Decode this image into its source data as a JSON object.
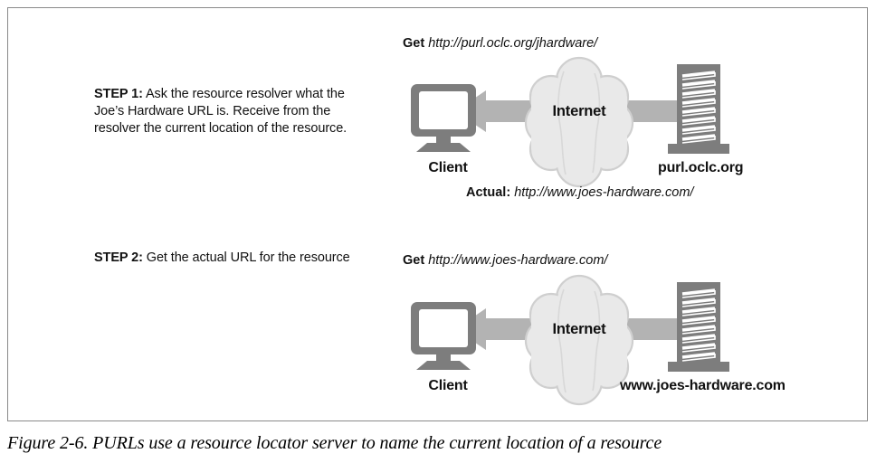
{
  "figure": {
    "caption": "Figure 2-6. PURLs use a resource locator server to name the current location of a resource",
    "border_color": "#8a8a8a",
    "background": "#ffffff"
  },
  "colors": {
    "arrow_gray": "#b3b3b3",
    "cloud_fill": "#e9e9e9",
    "cloud_stroke": "#c9c9c9",
    "device_gray": "#7d7d7d",
    "screen_white": "#ffffff",
    "text_black": "#111111"
  },
  "steps": [
    {
      "id": "step-1",
      "label": "STEP 1:",
      "description": " Ask the resource resolver what the Joe’s Hardware URL is. Receive from the resolver the current location of the resource."
    },
    {
      "id": "step-2",
      "label": "STEP 2:",
      "description": " Get the actual URL for the resource"
    }
  ],
  "annotations": {
    "get_purl": {
      "label": "Get",
      "url": "http://purl.oclc.org/jhardware/"
    },
    "actual": {
      "label": "Actual:",
      "url": "http://www.joes-hardware.com/"
    },
    "get_joes": {
      "label": "Get",
      "url": "http://www.joes-hardware.com/"
    }
  },
  "diagram": {
    "rows": [
      {
        "id": "row-1",
        "client_label": "Client",
        "cloud_label": "Internet",
        "server_label": "purl.oclc.org",
        "client_icon": "client-computer-icon",
        "cloud_icon": "internet-cloud-icon",
        "server_icon": "server-rack-icon",
        "arrow_left_icon": "arrow-left-icon",
        "arrow_right_icon": "arrow-right-icon"
      },
      {
        "id": "row-2",
        "client_label": "Client",
        "cloud_label": "Internet",
        "server_label": "www.joes-hardware.com",
        "client_icon": "client-computer-icon",
        "cloud_icon": "internet-cloud-icon",
        "server_icon": "server-rack-icon",
        "arrow_left_icon": "arrow-left-icon",
        "arrow_right_icon": "arrow-right-icon"
      }
    ]
  }
}
